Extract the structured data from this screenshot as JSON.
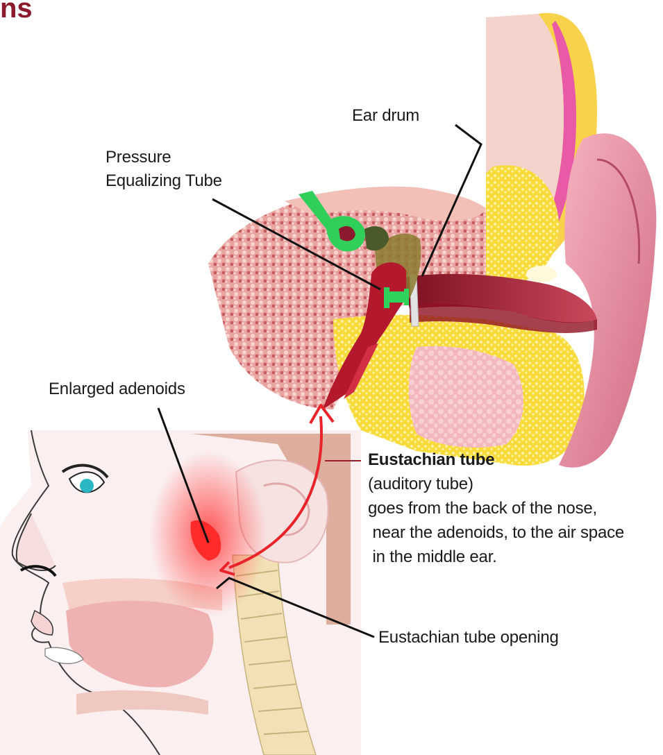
{
  "heading_fragment": "ns",
  "labels": {
    "ear_drum": "Ear drum",
    "pressure_tube_line1": "Pressure",
    "pressure_tube_line2": "Equalizing Tube",
    "enlarged_adenoids": "Enlarged adenoids",
    "eustachian_title": "Eustachian tube",
    "eustachian_sub": "(auditory tube)",
    "eustachian_desc_1": "goes from the back of the nose,",
    "eustachian_desc_2": " near the adenoids, to the air space",
    "eustachian_desc_3": " in the middle ear.",
    "tube_opening": "Eustachian tube opening"
  },
  "colors": {
    "heading": "#8b1a2e",
    "arrow": "#e8242a",
    "tube": "#9c1b2c",
    "bone_yellow": "#f7dc3a",
    "skin_pink": "#f3b6b8",
    "implant_green": "#2fcf5a"
  }
}
